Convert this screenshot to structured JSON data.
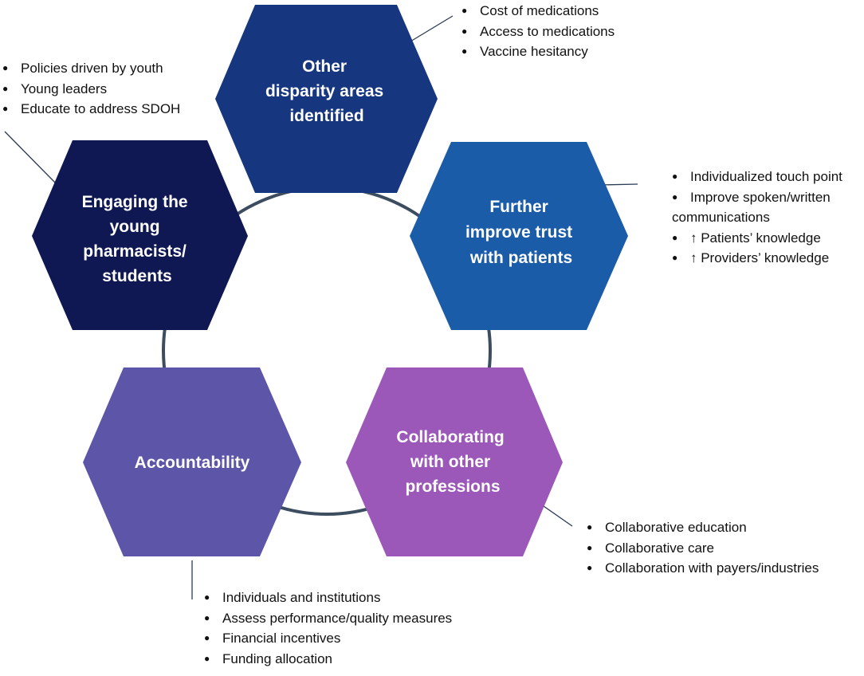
{
  "colors": {
    "ring": "#3d4d60",
    "connector": "#2b3a55",
    "engaging": "#0f1852",
    "disparity": "#16367f",
    "trust": "#1b5ca8",
    "collaborating": "#9b58b8",
    "accountability": "#5c55a8"
  },
  "nodes": {
    "disparity": {
      "label": [
        "Other",
        "disparity areas",
        "identified"
      ],
      "bullets": [
        "Cost of medications",
        "Access to medications",
        "Vaccine hesitancy"
      ]
    },
    "engaging": {
      "label": [
        "Engaging the",
        "young",
        "pharmacists/",
        "students"
      ],
      "bullets": [
        "Policies driven by youth",
        "Young leaders",
        "Educate to address SDOH"
      ]
    },
    "trust": {
      "label": [
        "Further",
        "improve trust",
        "with patients"
      ],
      "bullets": [
        "Individualized touch point",
        "Improve spoken/written",
        "communications",
        "↑ Patients’ knowledge",
        "↑ Providers’ knowledge"
      ]
    },
    "collaborating": {
      "label": [
        "Collaborating",
        "with other",
        "professions"
      ],
      "bullets": [
        "Collaborative education",
        "Collaborative care",
        "Collaboration with payers/industries"
      ]
    },
    "accountability": {
      "label": [
        "Accountability"
      ],
      "bullets": [
        "Individuals and institutions",
        "Assess performance/quality measures",
        "Financial incentives",
        "Funding allocation"
      ]
    }
  }
}
